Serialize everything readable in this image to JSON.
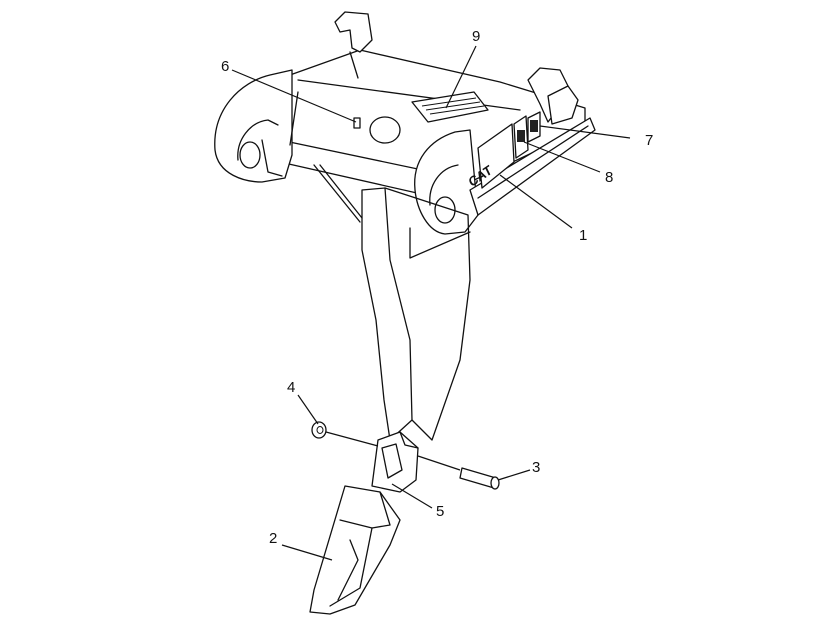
{
  "callouts": [
    {
      "id": "1",
      "label": "1"
    },
    {
      "id": "2",
      "label": "2"
    },
    {
      "id": "3",
      "label": "3"
    },
    {
      "id": "4",
      "label": "4"
    },
    {
      "id": "5",
      "label": "5"
    },
    {
      "id": "6",
      "label": "6"
    },
    {
      "id": "7",
      "label": "7"
    },
    {
      "id": "8",
      "label": "8"
    },
    {
      "id": "9",
      "label": "9"
    }
  ],
  "decal_text": "CAT",
  "colors": {
    "ink": "#111111",
    "background": "#ffffff"
  }
}
